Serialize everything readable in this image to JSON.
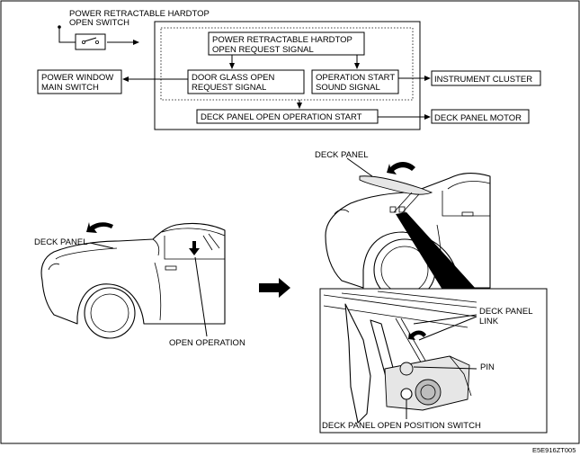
{
  "switch_label": [
    "POWER RETRACTABLE HARDTOP",
    "OPEN SWITCH"
  ],
  "blocks": {
    "request_signal": [
      "POWER RETRACTABLE HARDTOP",
      "OPEN REQUEST SIGNAL"
    ],
    "door_glass": [
      "DOOR GLASS OPEN",
      "REQUEST SIGNAL"
    ],
    "op_start_sound": [
      "OPERATION START",
      "SOUND SIGNAL"
    ],
    "power_window": [
      "POWER WINDOW",
      "MAIN SWITCH"
    ],
    "instrument_cluster": "INSTRUMENT CLUSTER",
    "deck_open_start": "DECK PANEL OPEN OPERATION START",
    "deck_panel_motor": "DECK PANEL MOTOR"
  },
  "labels": {
    "deck_panel_left": "DECK PANEL",
    "deck_panel_right": "DECK PANEL",
    "open_operation": "OPEN OPERATION",
    "deck_panel_link": [
      "DECK PANEL",
      "LINK"
    ],
    "pin": "PIN",
    "open_position_switch": "DECK PANEL OPEN POSITION SWITCH"
  },
  "figure_code": "E5E916ZT005"
}
